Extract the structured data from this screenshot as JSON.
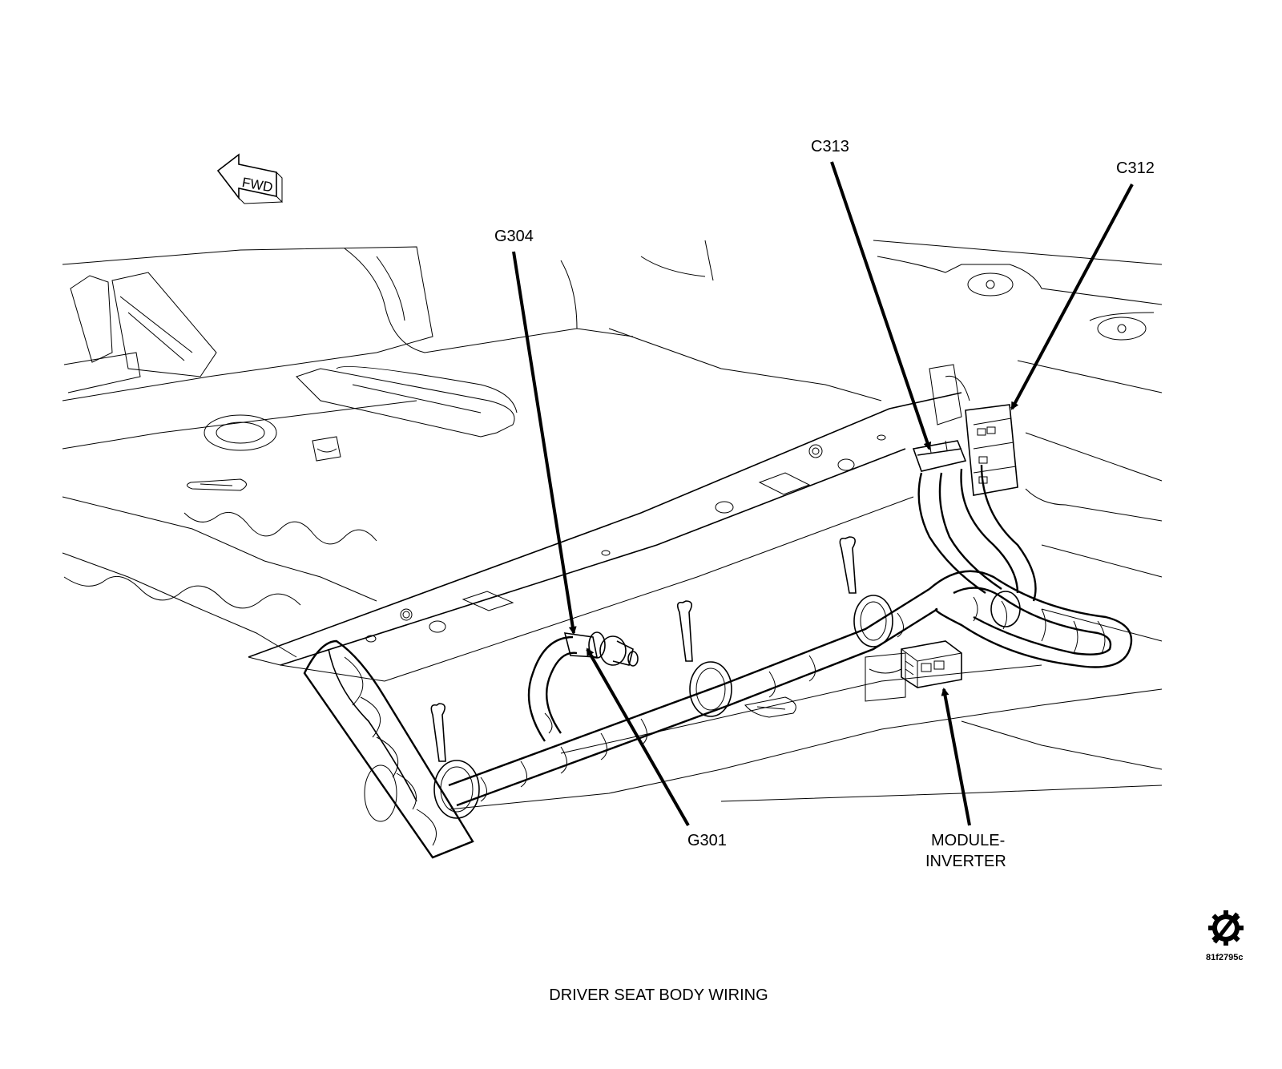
{
  "title": "DRIVER SEAT BODY WIRING",
  "figure_code": "81f2795c",
  "direction_arrow": {
    "label": "FWD"
  },
  "callouts": {
    "g304": "G304",
    "g301": "G301",
    "c313": "C313",
    "c312": "C312",
    "module_inverter_line1": "MODULE-",
    "module_inverter_line2": "INVERTER"
  },
  "icons": {
    "logo": "gear-slash-icon"
  },
  "colors": {
    "line": "#000000",
    "background": "#ffffff"
  }
}
